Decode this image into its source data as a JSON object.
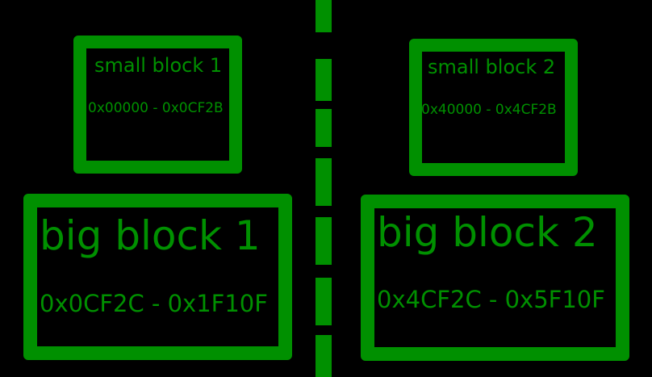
{
  "colors": {
    "background": "#000000",
    "accent": "#009000"
  },
  "blocks": {
    "small_1": {
      "title": "small block 1",
      "range": "0x00000 - 0x0CF2B"
    },
    "small_2": {
      "title": "small block 2",
      "range": "0x40000 - 0x4CF2B"
    },
    "big_1": {
      "title": "big block 1",
      "range": "0x0CF2C - 0x1F10F"
    },
    "big_2": {
      "title": "big block 2",
      "range": "0x4CF2C - 0x5F10F"
    }
  }
}
